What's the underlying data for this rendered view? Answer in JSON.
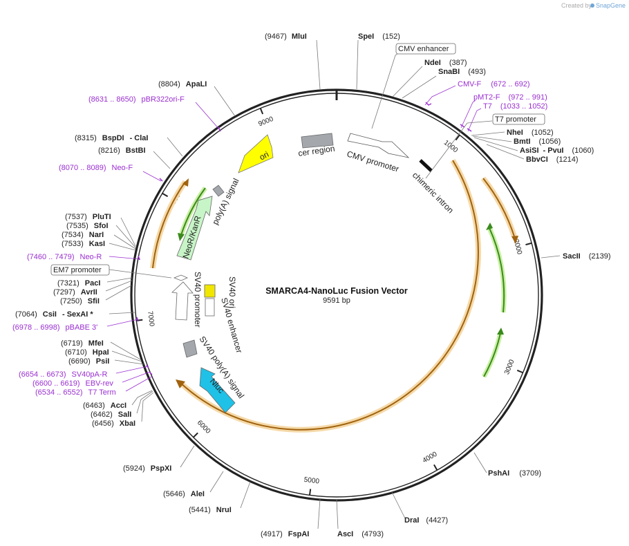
{
  "credit": {
    "text": "Created by",
    "brand": "SnapGene"
  },
  "map": {
    "title": "SMARCA4-NanoLuc Fusion Vector",
    "size_label": "9591 bp",
    "total_bp": 9591
  },
  "ticks": [
    {
      "label": "1000",
      "pos": 1000
    },
    {
      "label": "2000",
      "pos": 2000
    },
    {
      "label": "3000",
      "pos": 3000
    },
    {
      "label": "4000",
      "pos": 4000
    },
    {
      "label": "5000",
      "pos": 5000
    },
    {
      "label": "6000",
      "pos": 6000
    },
    {
      "label": "7000",
      "pos": 7000
    },
    {
      "label": "8000",
      "pos": 8000
    },
    {
      "label": "9000",
      "pos": 9000
    }
  ],
  "sites": [
    {
      "pos_text": "(9467)",
      "name": "MluI"
    },
    {
      "name": "SpeI",
      "pos_text": "(152)"
    },
    {
      "name": "NdeI",
      "pos_text": "(387)"
    },
    {
      "name": "SnaBI",
      "pos_text": "(493)"
    },
    {
      "name": "NheI",
      "pos_text": "(1052)"
    },
    {
      "name": "BmtI",
      "pos_text": "(1056)"
    },
    {
      "name": "AsiSI",
      "extra": "- PvuI",
      "pos_text": "(1060)"
    },
    {
      "name": "BbvCI",
      "pos_text": "(1214)"
    },
    {
      "name": "SacII",
      "pos_text": "(2139)"
    },
    {
      "name": "PshAI",
      "pos_text": "(3709)"
    },
    {
      "name": "DraI",
      "pos_text": "(4427)"
    },
    {
      "name": "AscI",
      "pos_text": "(4793)"
    },
    {
      "pos_text": "(4917)",
      "name": "FspAI"
    },
    {
      "pos_text": "(5441)",
      "name": "NruI"
    },
    {
      "pos_text": "(5646)",
      "name": "AleI"
    },
    {
      "pos_text": "(5924)",
      "name": "PspXI"
    },
    {
      "pos_text": "(6456)",
      "name": "XbaI"
    },
    {
      "pos_text": "(6462)",
      "name": "SalI"
    },
    {
      "pos_text": "(6463)",
      "name": "AccI"
    },
    {
      "pos_text": "(6690)",
      "name": "PsiI"
    },
    {
      "pos_text": "(6710)",
      "name": "HpaI"
    },
    {
      "pos_text": "(6719)",
      "name": "MfeI"
    },
    {
      "pos_text": "(7064)",
      "name": "CsiI",
      "extra": "- SexAI *"
    },
    {
      "pos_text": "(7250)",
      "name": "SfiI"
    },
    {
      "pos_text": "(7297)",
      "name": "AvrII"
    },
    {
      "pos_text": "(7321)",
      "name": "PacI"
    },
    {
      "pos_text": "(7533)",
      "name": "KasI"
    },
    {
      "pos_text": "(7534)",
      "name": "NarI"
    },
    {
      "pos_text": "(7535)",
      "name": "SfoI"
    },
    {
      "pos_text": "(7537)",
      "name": "PluTI"
    },
    {
      "pos_text": "(8216)",
      "name": "BstBI"
    },
    {
      "pos_text": "(8315)",
      "name": "BspDI",
      "extra": "- ClaI"
    },
    {
      "pos_text": "(8804)",
      "name": "ApaLI"
    }
  ],
  "primers": [
    {
      "name": "CMV-F",
      "range": "(672 .. 692)"
    },
    {
      "name": "pMT2-F",
      "range": "(972 .. 991)"
    },
    {
      "name": "T7",
      "range": "(1033 .. 1052)"
    },
    {
      "name": "pBR322ori-F",
      "range": "(8631 .. 8650)"
    },
    {
      "name": "Neo-F",
      "range": "(8070 .. 8089)"
    },
    {
      "name": "Neo-R",
      "range": "(7460 .. 7479)"
    },
    {
      "name": "pBABE 3'",
      "range": "(6978 .. 6998)"
    },
    {
      "name": "SV40pA-R",
      "range": "(6654 .. 6673)"
    },
    {
      "name": "EBV-rev",
      "range": "(6600 .. 6619)"
    },
    {
      "name": "T7 Term",
      "range": "(6534 .. 6552)"
    }
  ],
  "boxed_features": [
    {
      "name": "CMV enhancer"
    },
    {
      "name": "T7 promoter"
    },
    {
      "name": "EM7 promoter"
    }
  ],
  "features": [
    {
      "name": "cer region"
    },
    {
      "name": "CMV promoter"
    },
    {
      "name": "chimeric intron"
    },
    {
      "name": "ori"
    },
    {
      "name": "poly(A) signal"
    },
    {
      "name": "NeoR/KanR"
    },
    {
      "name": "SV40 promoter"
    },
    {
      "name": "SV40 ori"
    },
    {
      "name": "SV40 enhancer"
    },
    {
      "name": "SV40 poly(A) signal"
    },
    {
      "name": "Nluc"
    }
  ],
  "colors": {
    "backbone": "#222222",
    "orf_outline": "#e8b25a",
    "orf_arrow": "#a0620e",
    "inner_green": "#3a8a1c",
    "inner_green_glow": "#c9f0a3",
    "ori": "#ffff00",
    "neo": "#c7f5c7",
    "nluc": "#1fc1e7",
    "polya": "#a4a8ad",
    "sv40ori": "#f0e600",
    "primer": "#9a2fd0"
  }
}
